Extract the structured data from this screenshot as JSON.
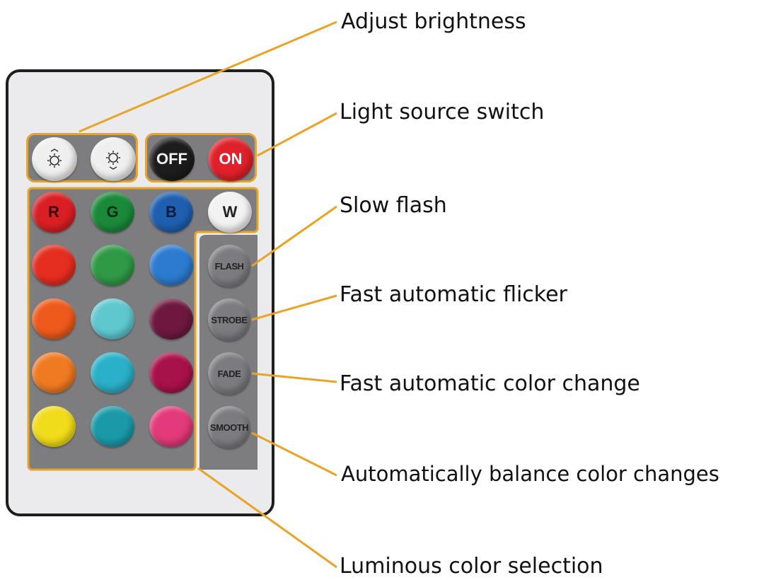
{
  "labels": {
    "adjust_brightness": "Adjust brightness",
    "light_source_switch": "Light source switch",
    "slow_flash": "Slow flash",
    "fast_flicker": "Fast automatic flicker",
    "fast_color_change": "Fast automatic color change",
    "balance_color_changes": "Automatically balance color changes",
    "color_selection": "Luminous color selection"
  },
  "buttons": {
    "off": "OFF",
    "on": "ON",
    "r": "R",
    "g": "G",
    "b": "B",
    "w": "W",
    "flash": "FLASH",
    "strobe": "STROBE",
    "fade": "FADE",
    "smooth": "SMOOTH"
  },
  "icons": {
    "brightness_up": "brightness-up-icon",
    "brightness_down": "brightness-down-icon"
  },
  "colors": {
    "callout": "#e9a426",
    "remote_body": "#ebebed",
    "panel": "#7d7d80",
    "red": "#d91f24",
    "green": "#1a8a3a",
    "blue": "#1f5fb0",
    "white": "#f2f2f2",
    "off": "#1c1c1c",
    "on": "#e0202a"
  },
  "color_grid": [
    [
      "#e52d20",
      "#2f9a45",
      "#2c7bd0"
    ],
    [
      "#ee5a1c",
      "#5fc8cf",
      "#6e1840"
    ],
    [
      "#f07a22",
      "#2ab0c8",
      "#a8124a"
    ],
    [
      "#f0dc1a",
      "#1a9aa8",
      "#e23a7a"
    ]
  ]
}
